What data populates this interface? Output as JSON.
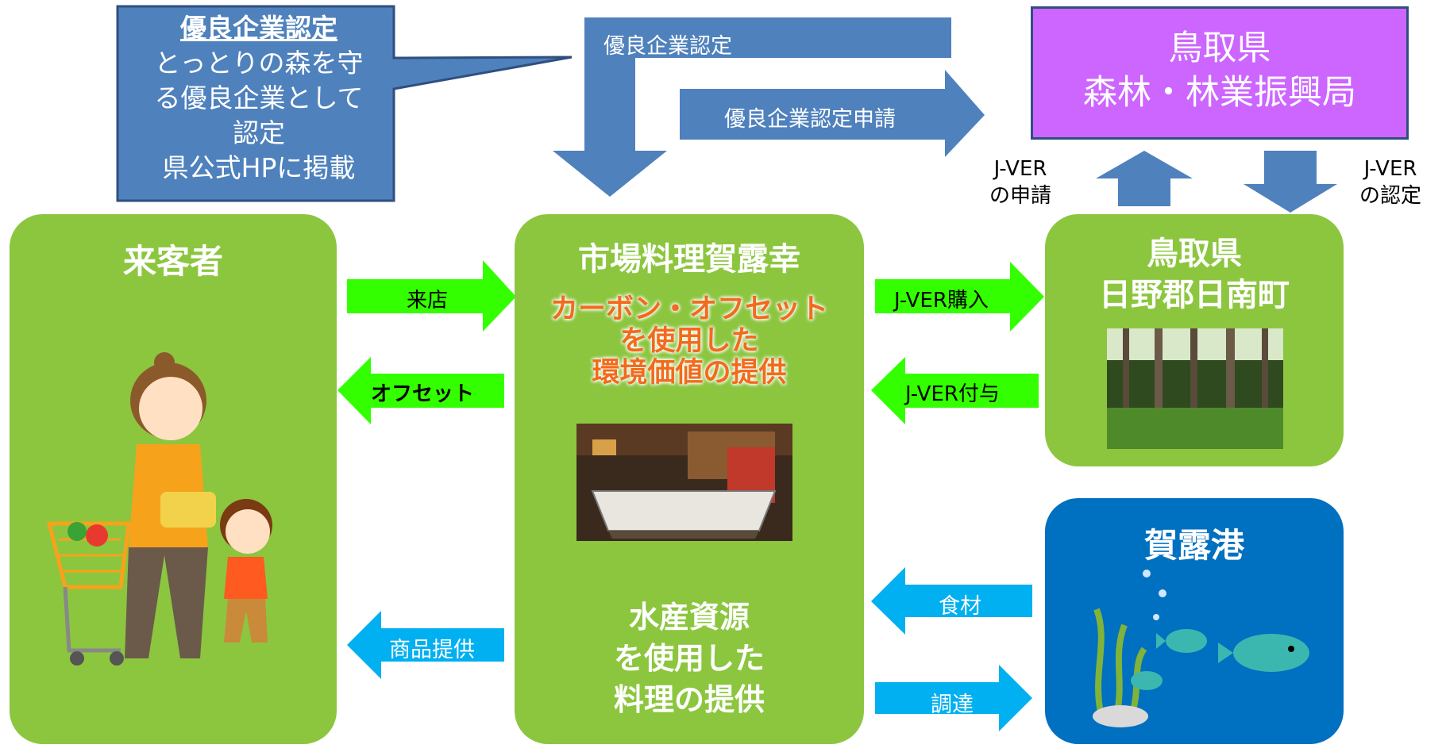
{
  "callout": {
    "heading": "優良企業認定",
    "line1": "とっとりの森を守",
    "line2": "る優良企業として",
    "line3": "認定",
    "line4": "県公式HPに掲載"
  },
  "flows": {
    "certification": "優良企業認定",
    "application": "優良企業認定申請",
    "jver_apply": [
      "J-VER",
      "の申請"
    ],
    "jver_certify": [
      "J-VER",
      "の認定"
    ],
    "visit": "来店",
    "offset": "オフセット",
    "product": "商品提供",
    "jver_buy": "J-VER購入",
    "jver_grant": "J-VER付与",
    "ingredients": "食材",
    "procure": "調達"
  },
  "prefecture_office": {
    "line1": "鳥取県",
    "line2": "森林・林業振興局"
  },
  "visitor_box": {
    "title": "来客者"
  },
  "restaurant_box": {
    "title": "市場料理賀露幸",
    "carbon": [
      "カーボン・オフセット",
      "を使用した",
      "環境価値の提供"
    ],
    "seafood": [
      "水産資源",
      "を使用した",
      "料理の提供"
    ]
  },
  "town_box": {
    "title1": "鳥取県",
    "title2": "日野郡日南町"
  },
  "port_box": {
    "title": "賀露港"
  },
  "colors": {
    "green": "#8cc63f",
    "blue_arrow": "#4f81bd",
    "bright_green": "#33ff00",
    "cyan": "#00b0f0",
    "purple": "#cc66ff",
    "port_blue": "#0070c0"
  }
}
